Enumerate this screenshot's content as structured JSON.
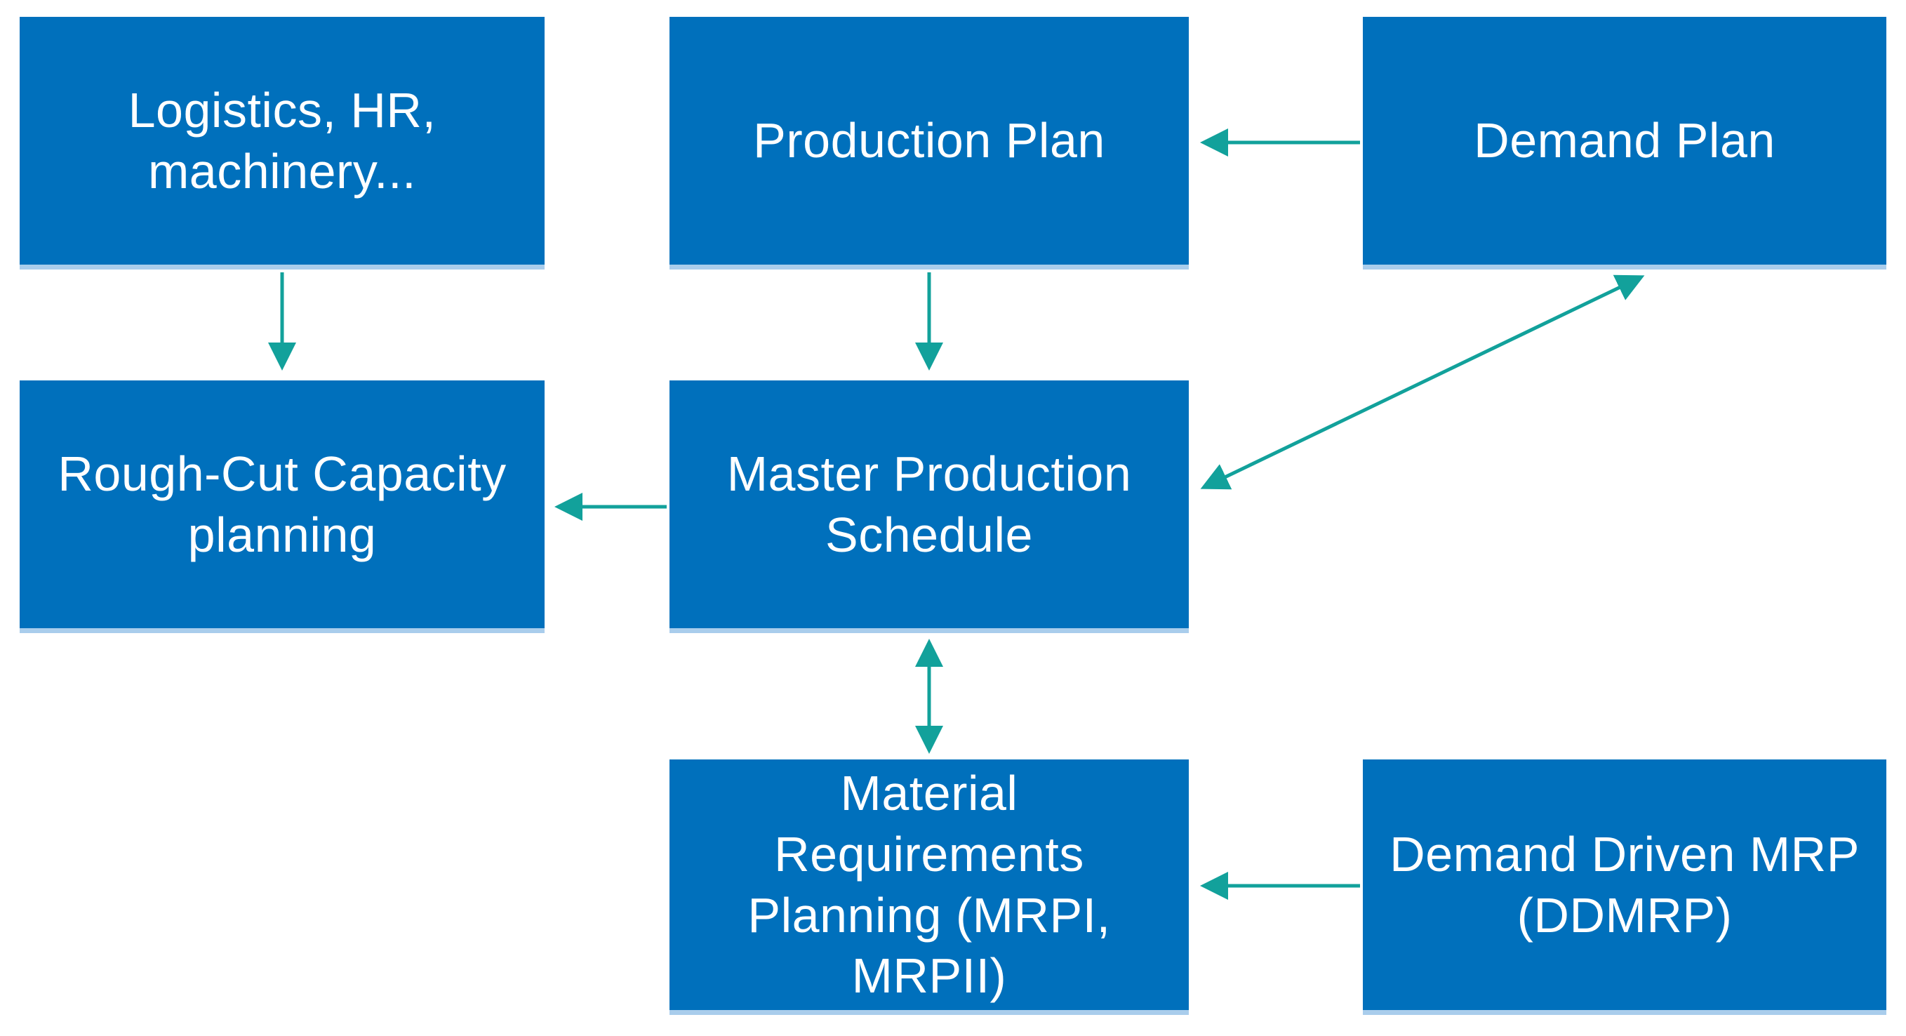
{
  "diagram": {
    "background_color": "#ffffff",
    "node_fill_color": "#0070bc",
    "node_text_color": "#ffffff",
    "node_bottom_strip_color": "#a9cdec",
    "arrow_color": "#12a19b",
    "nodes": {
      "logistics": {
        "label": "Logistics, HR,\nmachinery..."
      },
      "production_plan": {
        "label": "Production Plan"
      },
      "demand_plan": {
        "label": "Demand Plan"
      },
      "rough_cut_capacity_planning": {
        "label": "Rough-Cut Capacity\nplanning"
      },
      "master_production_schedule": {
        "label": "Master Production\nSchedule"
      },
      "material_requirements_planning": {
        "label": "Material\nRequirements\nPlanning (MRPI,\nMRPII)"
      },
      "demand_driven_mrp": {
        "label": "Demand Driven MRP\n(DDMRP)"
      }
    },
    "edges": [
      {
        "from": "demand_plan",
        "to": "production_plan",
        "type": "one-way"
      },
      {
        "from": "production_plan",
        "to": "master_production_schedule",
        "type": "one-way"
      },
      {
        "from": "logistics",
        "to": "rough_cut_capacity_planning",
        "type": "one-way"
      },
      {
        "from": "master_production_schedule",
        "to": "rough_cut_capacity_planning",
        "type": "one-way"
      },
      {
        "from": "demand_plan",
        "to": "master_production_schedule",
        "type": "two-way"
      },
      {
        "from": "master_production_schedule",
        "to": "material_requirements_planning",
        "type": "two-way"
      },
      {
        "from": "demand_driven_mrp",
        "to": "material_requirements_planning",
        "type": "one-way"
      }
    ]
  }
}
